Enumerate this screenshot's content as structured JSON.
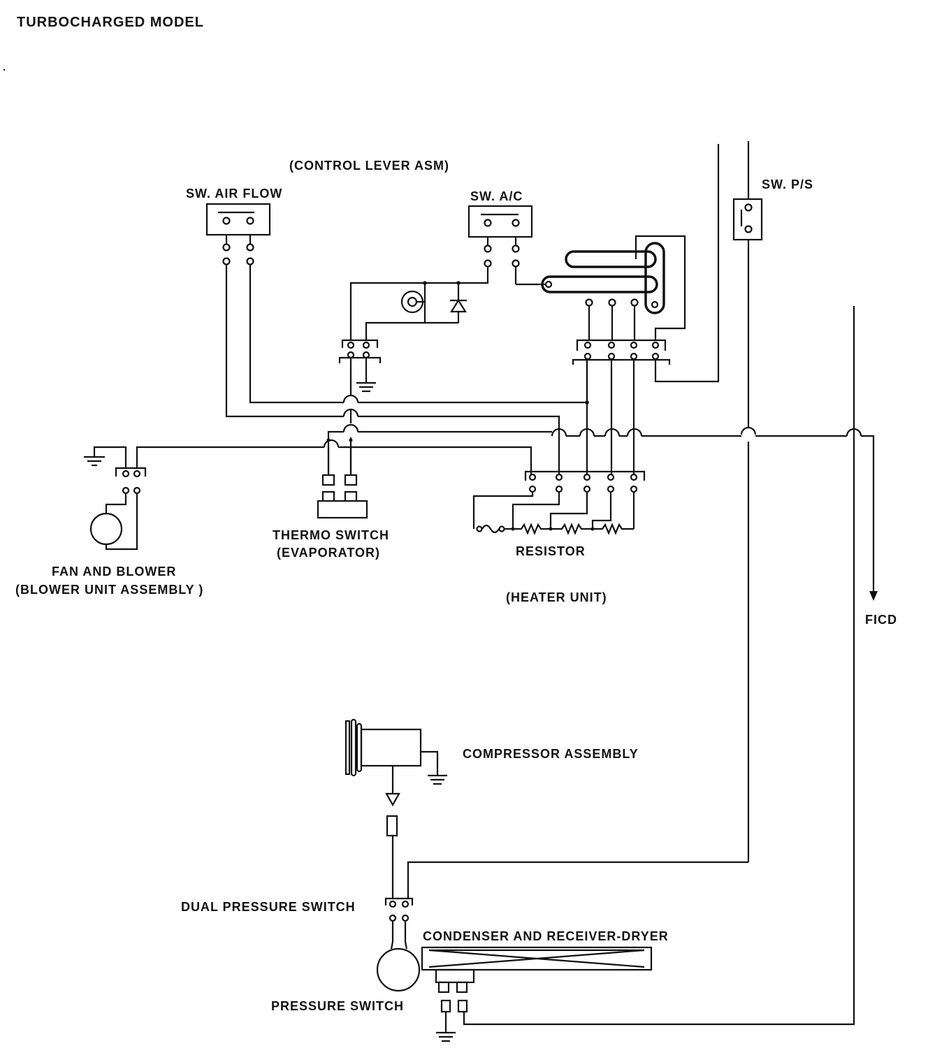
{
  "title": "TURBOCHARGED MODEL",
  "labels": {
    "control_lever": "(CONTROL LEVER ASM)",
    "sw_air_flow": "SW. AIR FLOW",
    "sw_ac": "SW. A/C",
    "sw_ps": "SW. P/S",
    "fan_blower_1": "FAN AND BLOWER",
    "fan_blower_2": "(BLOWER UNIT ASSEMBLY )",
    "thermo_1": "THERMO SWITCH",
    "thermo_2": "(EVAPORATOR)",
    "resistor": "RESISTOR",
    "heater_unit": "(HEATER UNIT)",
    "ficd": "FICD",
    "compressor": "COMPRESSOR ASSEMBLY",
    "dual_pressure": "DUAL PRESSURE SWITCH",
    "condenser": "CONDENSER AND RECEIVER-DRYER",
    "pressure_switch": "PRESSURE SWITCH"
  }
}
